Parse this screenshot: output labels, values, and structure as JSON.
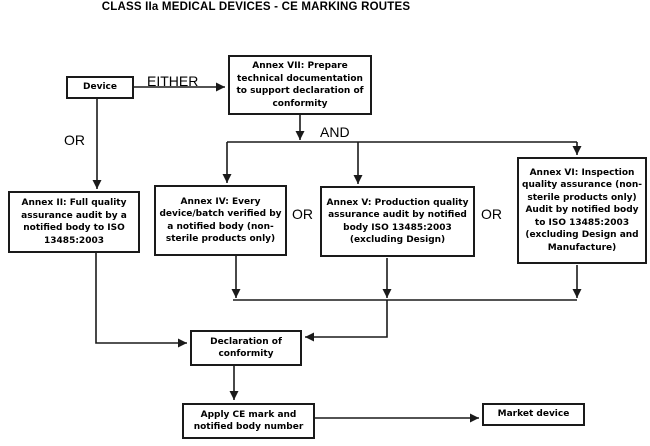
{
  "title": "CLASS IIa MEDICAL DEVICES - CE MARKING ROUTES",
  "nodes": {
    "device": {
      "label": "Device"
    },
    "annex_vii": {
      "label": "Annex VII: Prepare technical documentation to support declaration of conformity"
    },
    "annex_ii": {
      "label": "Annex II: Full quality assurance audit by a notified body to ISO 13485:2003"
    },
    "annex_iv": {
      "label": "Annex IV: Every device/batch verified by a notified body (non-sterile products only)"
    },
    "annex_v": {
      "label": "Annex V: Production quality assurance audit by notified body ISO 13485:2003 (excluding Design)"
    },
    "annex_vi": {
      "label": "Annex VI: Inspection quality assurance (non-sterile products only) Audit by notified body to ISO 13485:2003 (excluding Design and Manufacture)"
    },
    "declaration": {
      "label": "Declaration of conformity"
    },
    "apply_ce": {
      "label": "Apply CE mark and notified body number"
    },
    "market": {
      "label": "Market device"
    }
  },
  "edge_labels": {
    "either": "EITHER",
    "or_device": "OR",
    "and": "AND",
    "or_iv_v": "OR",
    "or_v_vi": "OR"
  },
  "colors": {
    "line": "#1a1a1a",
    "box_border": "#1a1a1a",
    "box_bg": "#ffffff",
    "text": "#000000",
    "page_bg": "#ffffff"
  }
}
